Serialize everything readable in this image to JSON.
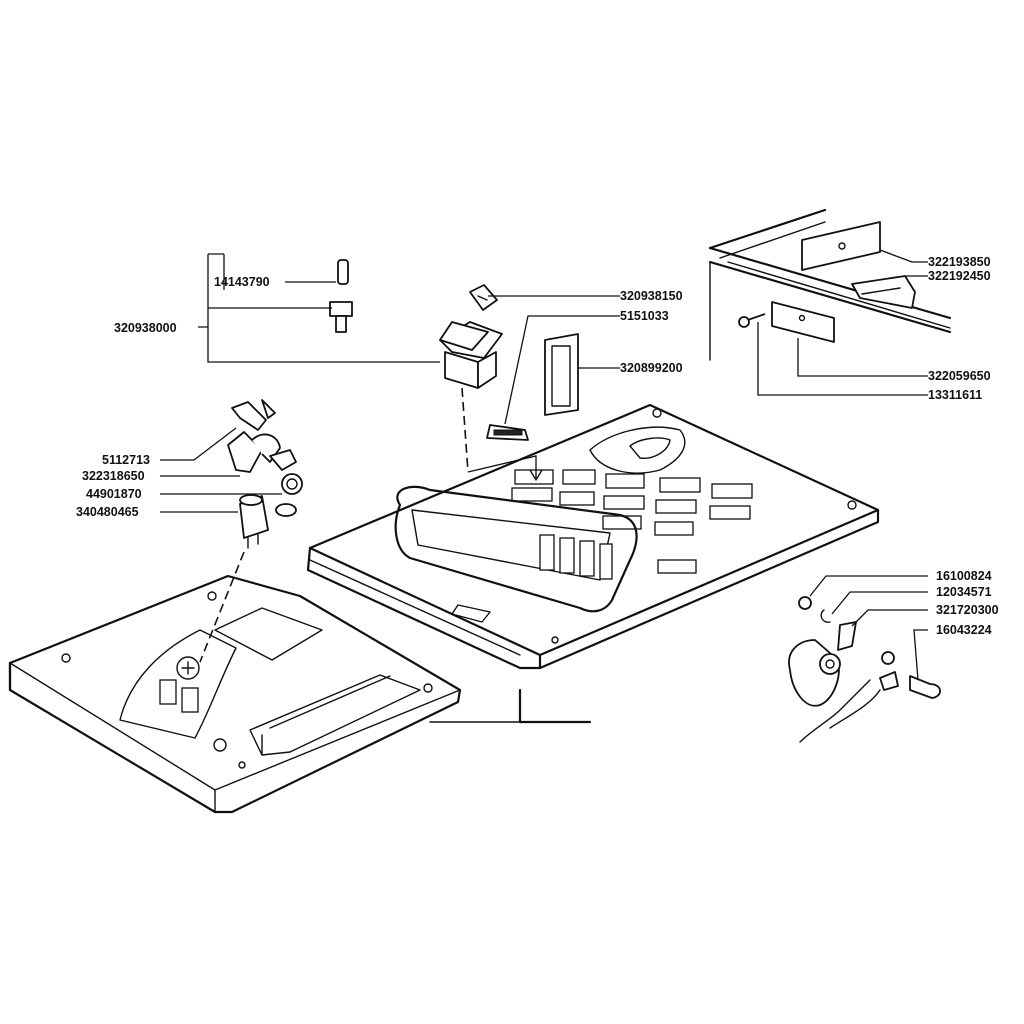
{
  "diagram": {
    "part_numbers": {
      "p14143790": "14143790",
      "p320938000": "320938000",
      "p320938150": "320938150",
      "p5151033": "5151033",
      "p320899200": "320899200",
      "p5112713": "5112713",
      "p322318650": "322318650",
      "p44901870": "44901870",
      "p340480465": "340480465",
      "p322193850": "322193850",
      "p322192450": "322192450",
      "p322059650": "322059650",
      "p13311611": "13311611",
      "p16100824": "16100824",
      "p12034571": "12034571",
      "p321720300": "321720300",
      "p16043224": "16043224"
    }
  }
}
